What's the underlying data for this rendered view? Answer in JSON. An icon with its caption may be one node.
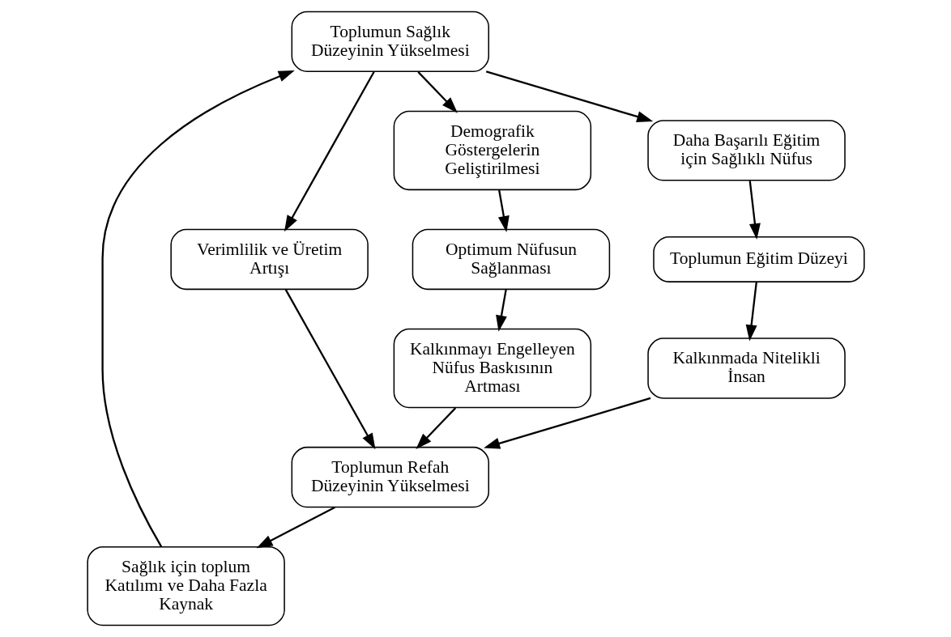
{
  "diagram": {
    "nodes": [
      {
        "text": [
          "Toplumun Sağlık Düzeyinin Yükselmesi"
        ]
      },
      {
        "text": [
          "Daha Başarılı Eğitim için Sağlıklı Nüfus"
        ]
      },
      {
        "text": [
          "Toplumun Eğitim Düzeyi"
        ]
      },
      {
        "text": [
          "Kalkınmada Nitelikli İnsan"
        ]
      },
      {
        "text": [
          "Sağlık için toplum Katılımı ve Daha Fazla Kaynak"
        ]
      },
      {
        "text": [
          "Verimlilik ve Üretim Artışı"
        ]
      },
      {
        "text": [
          "Demografik Göstergelerin Geliştirilmesi"
        ]
      },
      {
        "text": [
          "Optimum Nüfusun Sağlanması"
        ]
      },
      {
        "text": [
          "Kalkınmayı Engelleyen Nüfus Baskısının Artması"
        ]
      },
      {
        "text": [
          "Toplumun Refah Düzeyinin Yükselmesi"
        ]
      }
    ],
    "edges": [
      {
        "from": 0,
        "to": 1,
        "arrow": "to"
      },
      {
        "from": 1,
        "to": 2,
        "arrow": "to"
      },
      {
        "from": 2,
        "to": 3,
        "arrow": "to"
      },
      {
        "from": 3,
        "to": 9,
        "arrow": "to"
      },
      {
        "from": 0,
        "to": 5,
        "arrow": "to"
      },
      {
        "from": 5,
        "to": 9,
        "arrow": "to"
      },
      {
        "from": 0,
        "to": 6,
        "arrow": "to"
      },
      {
        "from": 6,
        "to": 7,
        "arrow": "to"
      },
      {
        "from": 7,
        "to": 8,
        "arrow": "to"
      },
      {
        "from": 8,
        "to": 9,
        "arrow": "to"
      },
      {
        "from": 9,
        "to": 4,
        "arrow": "to"
      },
      {
        "from": 4,
        "to": 0,
        "arrow": "to"
      }
    ]
  }
}
